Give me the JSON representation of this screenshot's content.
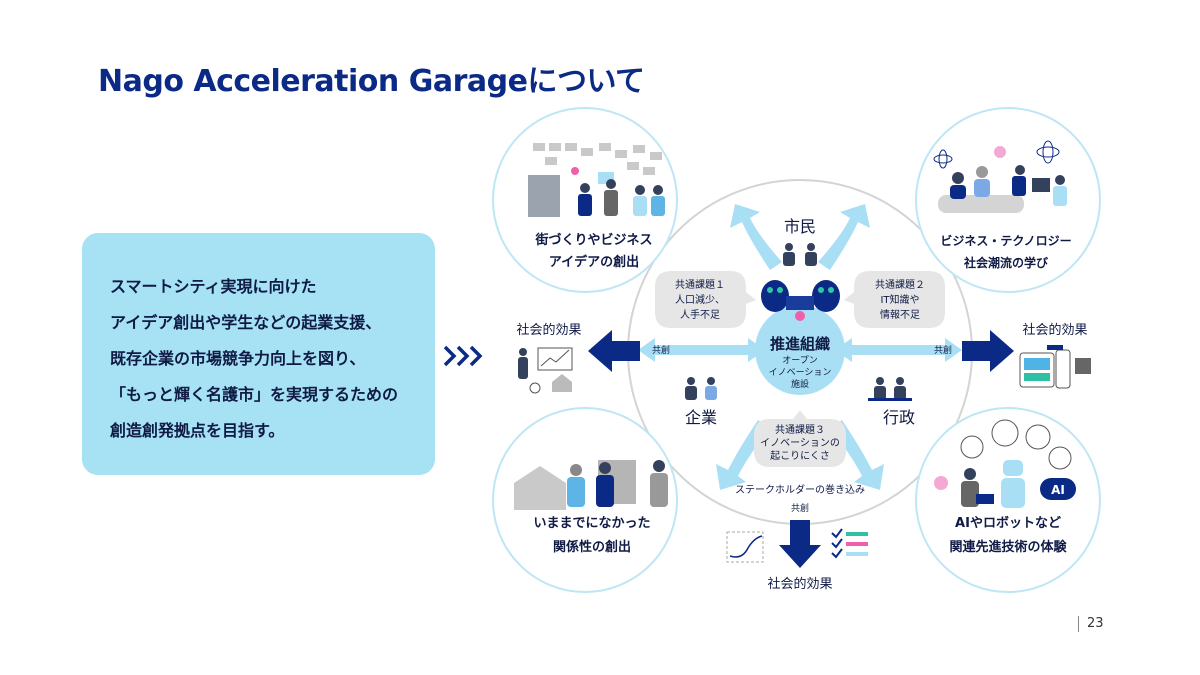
{
  "title": "Nago Acceleration Garageについて",
  "summary": {
    "lines": [
      "スマートシティ実現に向けた",
      "アイデア創出や学生などの起業支援、",
      "既存企業の市場競争力向上を図り、",
      "「もっと輝く名護市」を実現するための",
      "創造創発拠点を目指す。"
    ]
  },
  "center": {
    "title": "推進組織",
    "sub1": "オープン",
    "sub2": "イノベーション",
    "sub3": "施設"
  },
  "stakeholders": {
    "citizens": "市民",
    "companies": "企業",
    "government": "行政"
  },
  "issues": {
    "issue1": [
      "共通課題１",
      "人口減少、",
      "人手不足"
    ],
    "issue2": [
      "共通課題２",
      "IT知識や",
      "情報不足"
    ],
    "issue3": [
      "共通課題３",
      "イノベーションの",
      "起こりにくさ"
    ]
  },
  "collab": {
    "left": "共創",
    "right": "共創",
    "bottom": "共創"
  },
  "stakeholder_involvement": "ステークホルダーの巻き込み",
  "effects": {
    "left": "社会的効果",
    "right": "社会的効果",
    "bottom": "社会的効果"
  },
  "circles": {
    "top_left": [
      "街づくりやビジネス",
      "アイデアの創出"
    ],
    "top_right": [
      "ビジネス・テクノロジー",
      "社会潮流の学び"
    ],
    "bottom_left": [
      "いままでになかった",
      "関係性の創出"
    ],
    "bottom_right": [
      "AIやロボットなど",
      "関連先進技術の体験"
    ]
  },
  "ai_badge": "AI",
  "page_number": "23",
  "colors": {
    "title": "#0b2a86",
    "summary_bg": "#a6e1f4",
    "arrow_light": "#a9dff4",
    "arrow_dark": "#0b2a86",
    "circle_border": "#bfe6f4",
    "issue_bg": "#e6e6e6",
    "text_dark": "#0f1a45"
  },
  "icons": [
    "chevron-right-icon",
    "arrow-left-icon",
    "arrow-right-icon",
    "arrow-down-icon",
    "people-icon",
    "building-icon",
    "lightbulb-icon",
    "atom-icon",
    "robot-icon",
    "chart-icon",
    "checklist-icon",
    "device-icon"
  ]
}
